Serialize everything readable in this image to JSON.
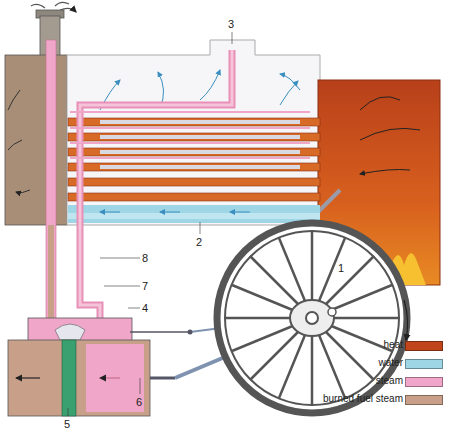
{
  "diagram": {
    "labels": [
      "1",
      "2",
      "3",
      "4",
      "5",
      "6",
      "7",
      "8"
    ],
    "legend": [
      {
        "text": "heat",
        "color": "#c0451c"
      },
      {
        "text": "water",
        "color": "#9fd6e6"
      },
      {
        "text": "steam",
        "color": "#f0a6c8"
      },
      {
        "text": "burned fuel steam",
        "color": "#c8a08a"
      }
    ]
  }
}
